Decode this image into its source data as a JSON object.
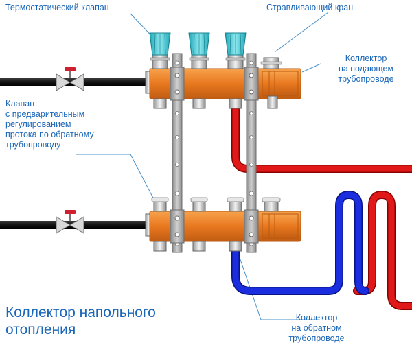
{
  "labels": {
    "thermostatic_valve": "Термостатический клапан",
    "bleed_valve": "Стравливающий кран",
    "supply_collector": [
      "Коллектор",
      "на подающем",
      "трубопроводе"
    ],
    "return_balancing_valve": [
      "Клапан",
      "с предварительным",
      "регулированием",
      "протока по обратному",
      "трубопроводу"
    ],
    "return_collector": [
      "Коллектор",
      "на обратном",
      "трубопроводе"
    ]
  },
  "title": [
    "Коллектор напольного",
    "отопления"
  ],
  "colors": {
    "label_text": "#1a66b8",
    "leader_line": "#4a90c8",
    "manifold_body": "#e8781f",
    "manifold_edge": "#b85a10",
    "bracket": "#a8a8a8",
    "cap": "#3cc4d0",
    "supply_pipe": "#e01818",
    "return_pipe": "#1a2ee0",
    "main_pipe": "#1a1a1a",
    "valve_handle": "#d02030"
  },
  "icons": {
    "valve": "gate-valve-icon",
    "thermostatic_head": "thermostatic-head-icon",
    "bleed": "bleed-valve-icon",
    "fitting": "pipe-fitting-icon"
  }
}
